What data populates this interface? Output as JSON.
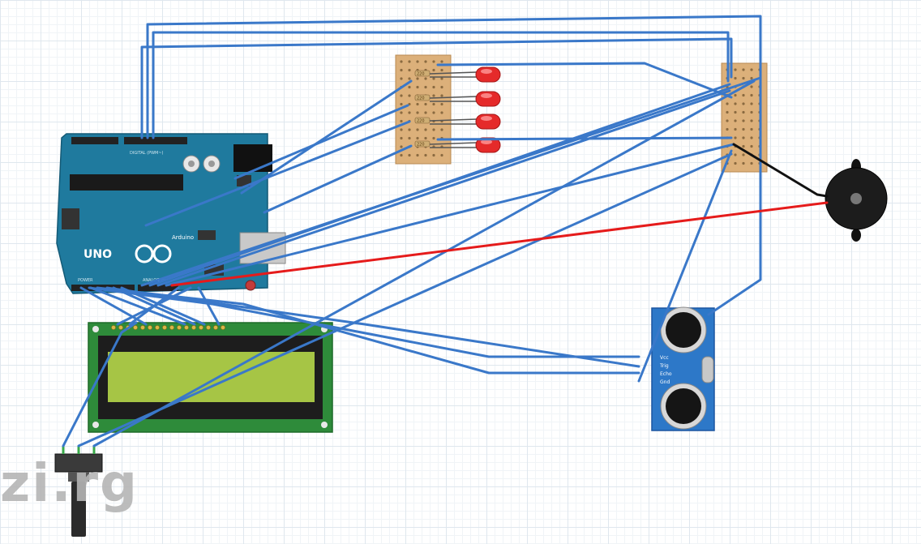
{
  "watermark": "zi.rg",
  "arduino": {
    "brand_mark": "UNO",
    "maker_label": "Arduino",
    "power_label": "POWER",
    "analog_label": "ANALOG IN",
    "digital_label": "DIGITAL (PWM~)"
  },
  "sensor": {
    "pins": [
      "Vcc",
      "Trig",
      "Echo",
      "Gnd"
    ]
  },
  "led_resistor_label": "220",
  "colors": {
    "wire_blue": "#3a78c9",
    "wire_red": "#e51b1b",
    "wire_black": "#111111",
    "board_blue": "#1f7a9e",
    "lcd_pcb": "#2e8b3a",
    "lcd_screen": "#a6c545",
    "perfboard": "#dcb07a",
    "sensor_blue": "#2d78c8",
    "led_red": "#e52a2a"
  }
}
